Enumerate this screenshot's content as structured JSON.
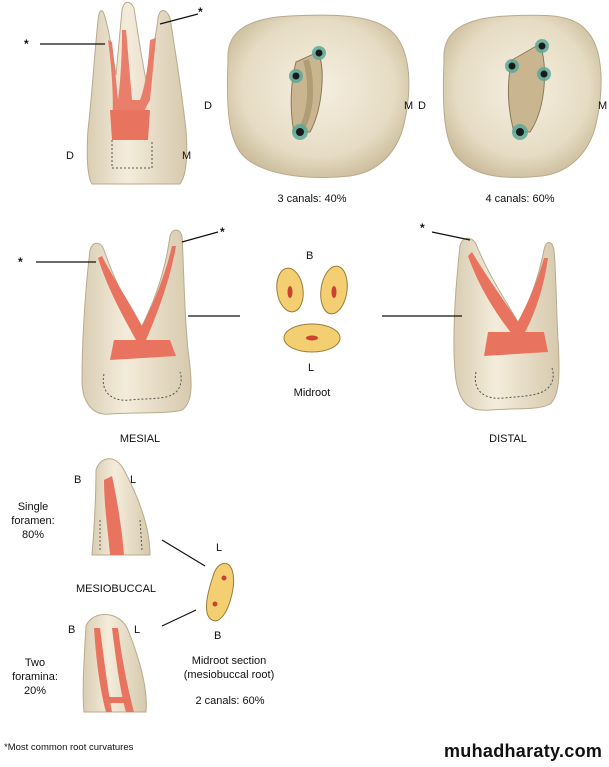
{
  "marker": "*",
  "views": {
    "top_left": {
      "d": "D",
      "m": "M"
    },
    "occlusal_3": {
      "d": "D",
      "m": "M",
      "caption": "3 canals: 40%"
    },
    "occlusal_4": {
      "d": "D",
      "m": "M",
      "caption": "4 canals: 60%"
    },
    "mesial": {
      "caption": "MESIAL"
    },
    "distal": {
      "caption": "DISTAL"
    },
    "midroot": {
      "b": "B",
      "l": "L",
      "caption": "Midroot"
    },
    "mesiobuccal": {
      "b1": "B",
      "l1": "L",
      "single_label": "Single\nforamen:\n80%",
      "root_caption": "MESIOBUCCAL",
      "b2": "B",
      "l2": "L",
      "two_label": "Two\nforamina:\n20%",
      "section_l": "L",
      "section_b": "B",
      "section_caption": "Midroot section\n(mesiobuccal root)",
      "canals_caption": "2 canals: 60%"
    }
  },
  "footnote": "*Most common root curvatures",
  "watermark": "muhadharaty.com",
  "colors": {
    "tooth": "#efe6d2",
    "tooth_shade": "#d8ccb2",
    "pulp": "#e8735e",
    "section": "#f3cf72",
    "section_core": "#c9432f",
    "orifice": "#5aa89a"
  }
}
